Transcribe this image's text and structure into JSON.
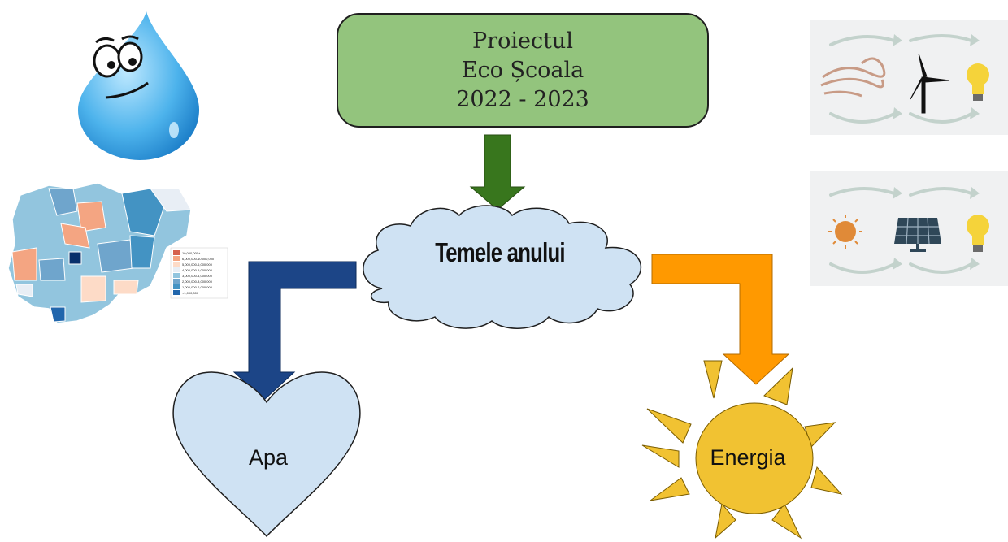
{
  "title": {
    "line1": "Proiectul",
    "line2": "Eco Școala",
    "line3": "2022 - 2023"
  },
  "center_label": "Temele anului",
  "branches": {
    "left_label": "Apa",
    "right_label": "Energia"
  },
  "map_legend": [
    "10,000,000+",
    "6,000,000-10,000,000",
    "5,000,000-6,000,000",
    "4,000,000-5,000,000",
    "3,000,000-4,000,000",
    "2,000,000-3,000,000",
    "1,000,000-2,000,000",
    "<1,000,000"
  ],
  "legend_colors": [
    "#d6604d",
    "#f4a582",
    "#fddbc7",
    "#e8eef5",
    "#92c5de",
    "#6fa5cc",
    "#4393c3",
    "#2166ac"
  ],
  "colors": {
    "title_fill": "#93c47d",
    "cloud_fill": "#cfe2f3",
    "heart_fill": "#cfe2f3",
    "sun_fill": "#f1c232",
    "arrow_green": "#38761d",
    "arrow_blue": "#1c4587",
    "arrow_orange": "#ff9900"
  },
  "icons": [
    "water-drop-icon",
    "map-icon",
    "wind-turbine-icon",
    "solar-panel-icon",
    "sun-icon",
    "light-bulb-icon"
  ]
}
